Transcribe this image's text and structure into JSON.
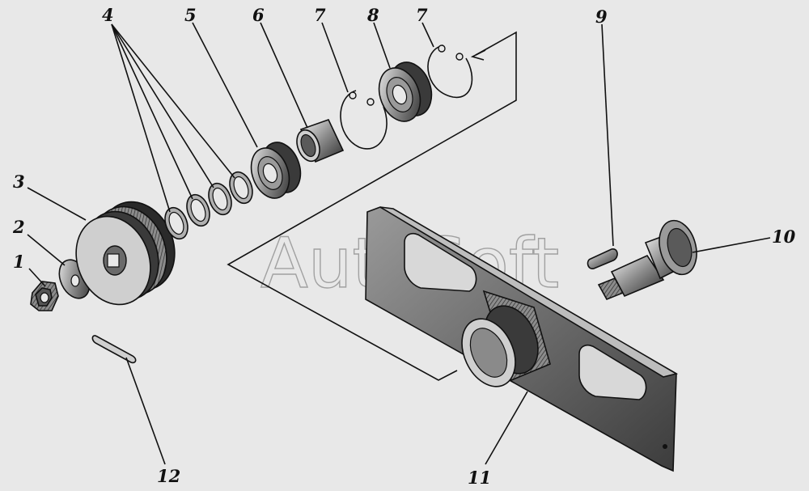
{
  "watermark": "AutoSoft",
  "callouts": [
    {
      "id": "c1",
      "label": "1"
    },
    {
      "id": "c2",
      "label": "2"
    },
    {
      "id": "c3",
      "label": "3"
    },
    {
      "id": "c4",
      "label": "4"
    },
    {
      "id": "c5",
      "label": "5"
    },
    {
      "id": "c6",
      "label": "6"
    },
    {
      "id": "c7a",
      "label": "7"
    },
    {
      "id": "c8",
      "label": "8"
    },
    {
      "id": "c7b",
      "label": "7"
    },
    {
      "id": "c9",
      "label": "9"
    },
    {
      "id": "c10",
      "label": "10"
    },
    {
      "id": "c11",
      "label": "11"
    },
    {
      "id": "c12",
      "label": "12"
    }
  ],
  "colors": {
    "background": "#e8e8e8",
    "ink": "#111111",
    "metal_dark": "#3a3a3a",
    "metal_mid": "#7a7a7a",
    "metal_light": "#c8c8c8"
  }
}
